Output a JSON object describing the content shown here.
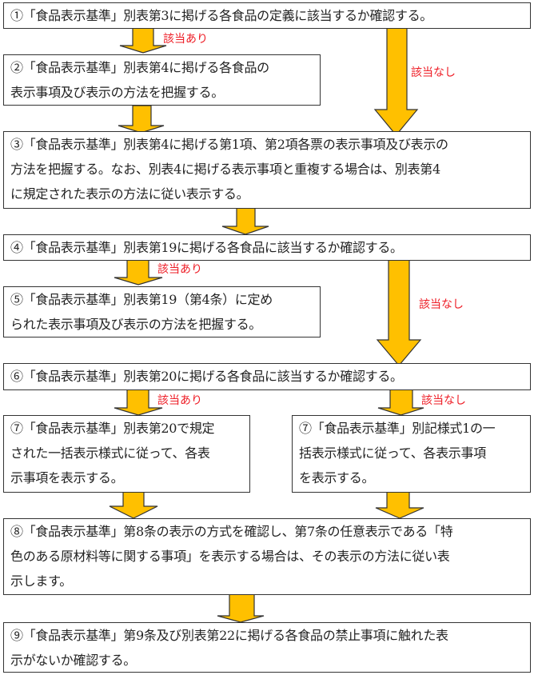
{
  "colors": {
    "arrow": "#ffc000",
    "arrow_stroke": "#333333",
    "label": "#ee1c25"
  },
  "steps": [
    {
      "lines": [
        "①「食品表示基準」別表第3に掲げる各食品の定義に該当するか確認する。"
      ]
    },
    {
      "lines": [
        "②「食品表示基準」別表第4に掲げる各食品の",
        "表示事項及び表示の方法を把握する。"
      ]
    },
    {
      "lines": [
        "③「食品表示基準」別表第4に掲げる第1項、第2項各票の表示事項及び表示の",
        "方法を把握する。なお、別表4に掲げる表示事項と重複する場合は、別表第4",
        "に規定された表示の方法に従い表示する。"
      ]
    },
    {
      "lines": [
        "④「食品表示基準」別表第19に掲げる各食品に該当するか確認する。"
      ]
    },
    {
      "lines": [
        "⑤「食品表示基準」別表第19（第4条）に定め",
        "られた表示事項及び表示の方法を把握する。"
      ]
    },
    {
      "lines": [
        "⑥「食品表示基準」別表第20に掲げる各食品に該当するか確認する。"
      ]
    },
    {
      "lines": [
        "⑦「食品表示基準」別表第20で規定",
        "された一括表示様式に従って、各表",
        "示事項を表示する。"
      ]
    },
    {
      "lines": [
        "⑦「食品表示基準」別記様式1の一",
        "括表示様式に従って、各表示事項",
        "を表示する。"
      ]
    },
    {
      "lines": [
        "⑧「食品表示基準」第8条の表示の方式を確認し、第7条の任意表示である「特",
        "色のある原材料等に関する事項」を表示する場合は、その表示の方法に従い表",
        "示します。"
      ]
    },
    {
      "lines": [
        "⑨「食品表示基準」第9条及び別表第22に掲げる各食品の禁止事項に触れた表",
        "示がないか確認する。"
      ]
    }
  ],
  "branch_labels": {
    "yes": "該当あり",
    "no": "該当なし"
  }
}
